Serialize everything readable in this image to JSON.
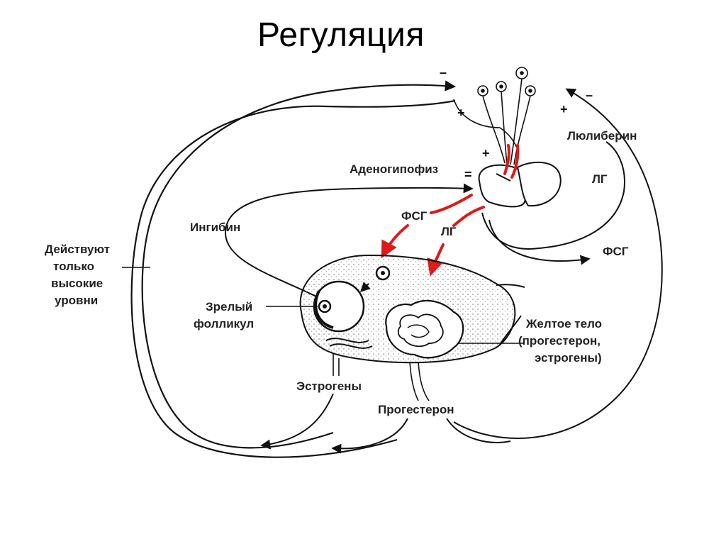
{
  "title": "Регуляция",
  "labels": {
    "adenohypophysis": "Аденогипофиз",
    "luliberin": "Люлиберин",
    "lh_right": "ЛГ",
    "fsh_right": "ФСГ",
    "fsh_center": "ФСГ",
    "lh_center": "ЛГ",
    "inhibin": "Ингибин",
    "high_levels_1": "Действуют",
    "high_levels_2": "только",
    "high_levels_3": "высокие",
    "high_levels_4": "уровни",
    "mature_follicle_1": "Зрелый",
    "mature_follicle_2": "фолликул",
    "corpus_luteum_1": "Желтое тело",
    "corpus_luteum_2": "(прогестерон,",
    "corpus_luteum_3": "эстрогены)",
    "estrogens": "Эстрогены",
    "progesterone": "Прогестерон"
  },
  "signs": {
    "minus_top": "–",
    "plus_top": "+",
    "plus_mid": "+",
    "minus_adeno": "=",
    "minus_right": "–",
    "plus_right": "+"
  },
  "colors": {
    "line": "#111111",
    "arrow_red": "#e01818",
    "dots": "#777777"
  }
}
